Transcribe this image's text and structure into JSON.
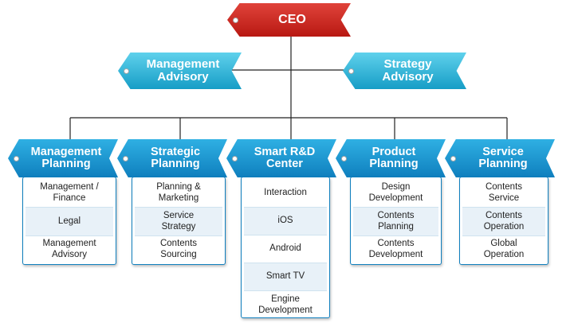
{
  "ceo": {
    "label": "CEO"
  },
  "advisory": [
    {
      "label": "Management\nAdvisory"
    },
    {
      "label": "Strategy\nAdvisory"
    }
  ],
  "departments": [
    {
      "label": "Management\nPlanning",
      "items": [
        "Management /\nFinance",
        "Legal",
        "Management\nAdvisory"
      ]
    },
    {
      "label": "Strategic\nPlanning",
      "items": [
        "Planning &\nMarketing",
        "Service\nStrategy",
        "Contents\nSourcing"
      ]
    },
    {
      "label": "Smart R&D\nCenter",
      "items": [
        "Interaction",
        "iOS",
        "Android",
        "Smart TV",
        "Engine\nDevelopment"
      ]
    },
    {
      "label": "Product\nPlanning",
      "items": [
        "Design\nDevelopment",
        "Contents\nPlanning",
        "Contents\nDevelopment"
      ]
    },
    {
      "label": "Service\nPlanning",
      "items": [
        "Contents\nService",
        "Contents\nOperation",
        "Global\nOperation"
      ]
    }
  ],
  "colors": {
    "ceo": "#c9211a",
    "advisory": "#3bbde0",
    "department": "#1a92d0",
    "connector": "#222222"
  }
}
